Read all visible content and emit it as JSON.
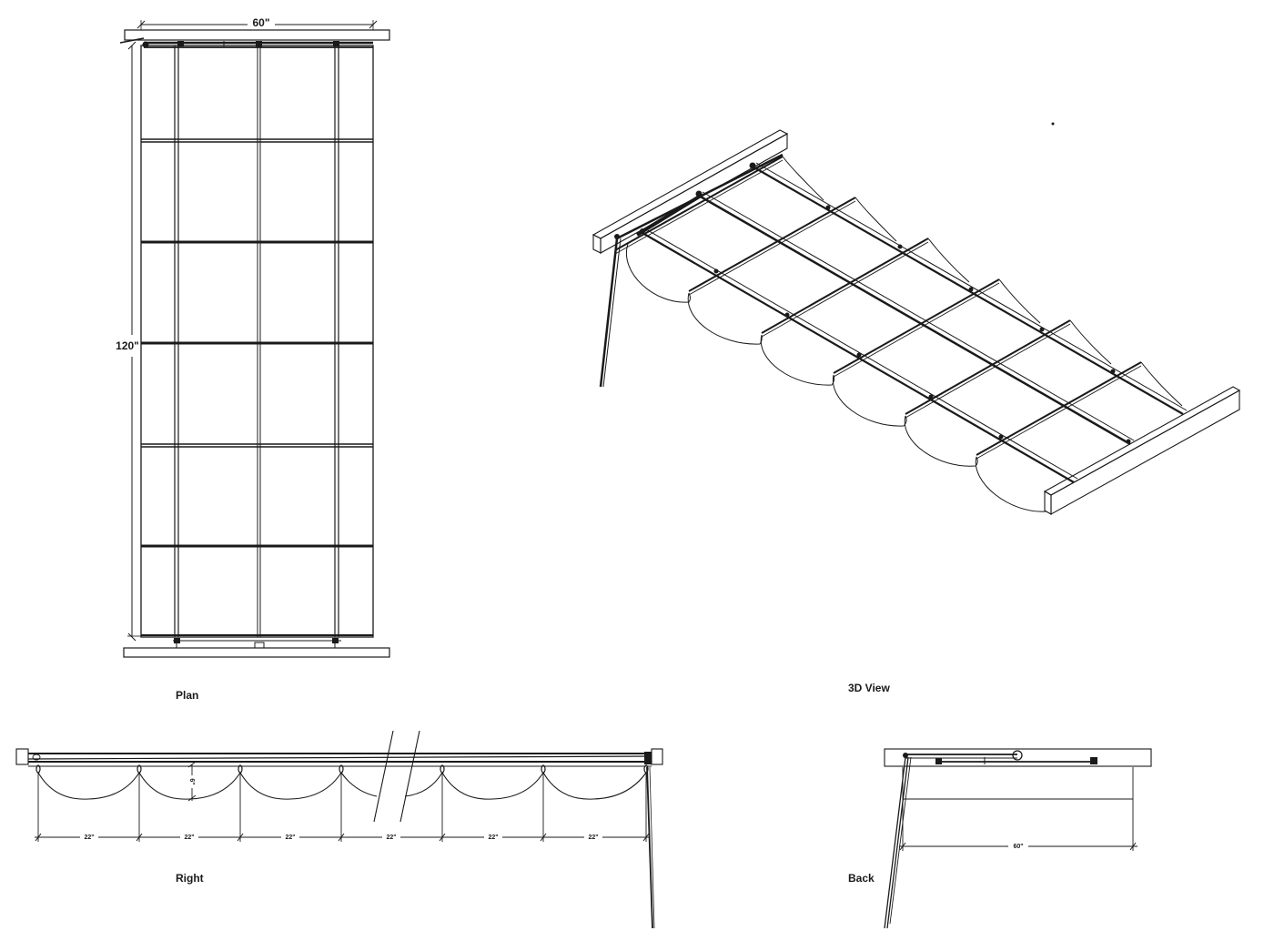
{
  "drawing": {
    "colors": {
      "line": "#1a1a1a",
      "background": "#ffffff"
    },
    "views": {
      "plan": {
        "title": "Plan",
        "width_dim": "60\"",
        "length_dim": "120\""
      },
      "view3d": {
        "title": "3D View"
      },
      "right": {
        "title": "Right",
        "sag_dim": "6\"",
        "spacing_dims": [
          "22\"",
          "22\"",
          "22\"",
          "22\"",
          "22\"",
          "22\""
        ]
      },
      "back": {
        "title": "Back",
        "width_dim": "60\""
      }
    }
  }
}
